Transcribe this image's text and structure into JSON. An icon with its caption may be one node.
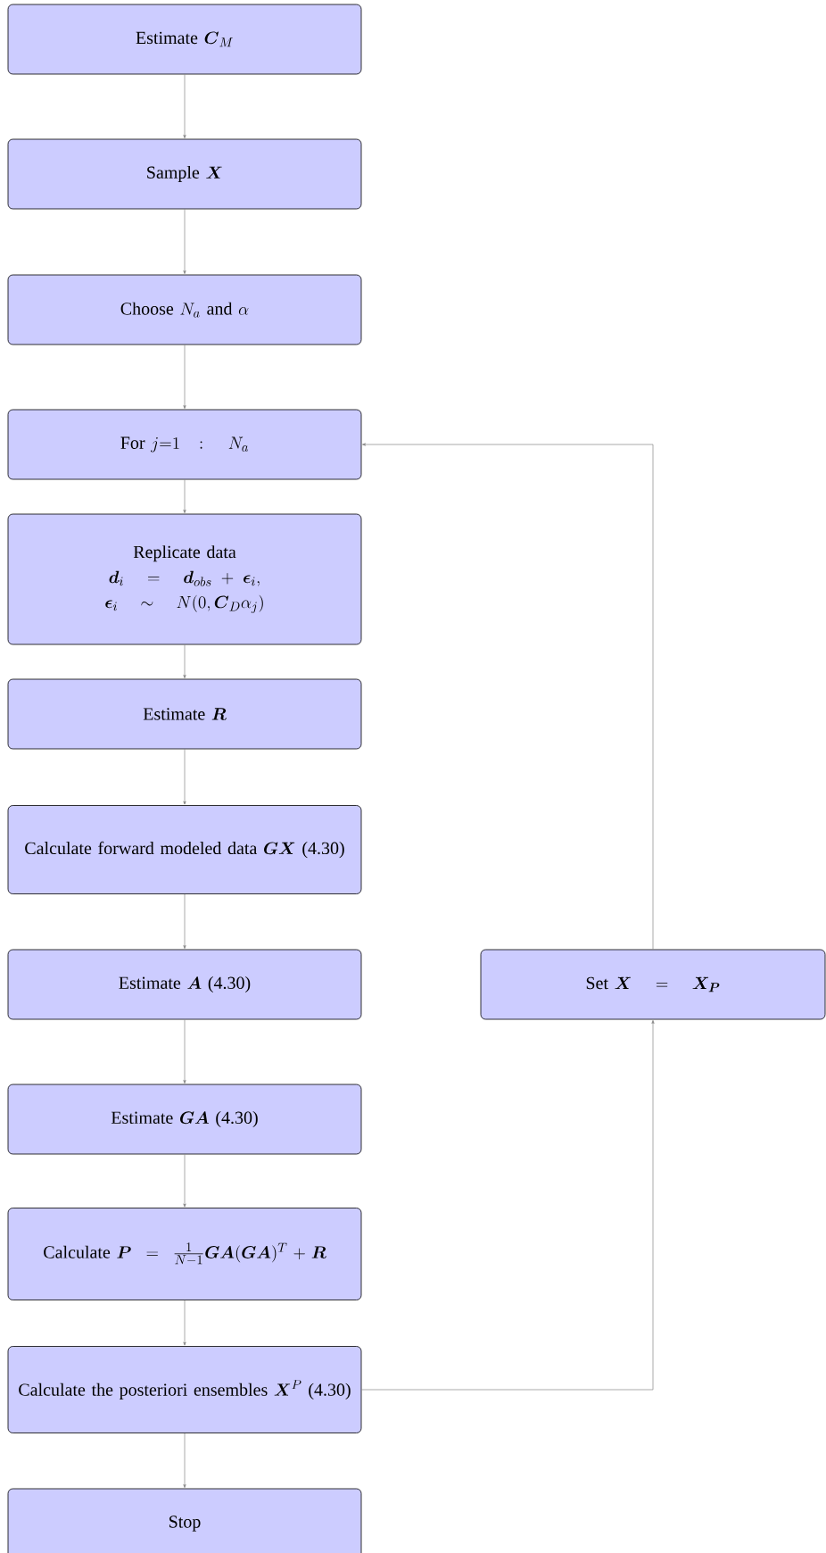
{
  "diagram": {
    "nodes": [
      {
        "text": [
          "\\text{Estimate } \\boldsymbol{C}_M"
        ]
      },
      {
        "text": [
          "\\text{Sample } \\boldsymbol{X}"
        ]
      },
      {
        "text": [
          "\\text{Choose } N_a \\text{ and } \\alpha"
        ]
      },
      {
        "text": [
          "\\text{For } j{=}1:\\ N_a"
        ]
      },
      {
        "text": [
          "\\text{Replicate data}",
          "\\boldsymbol{d}_i\\ =\\ \\boldsymbol{d}_{obs}+\\boldsymbol{\\epsilon}_i,",
          "\\boldsymbol{\\epsilon}_i\\ \\sim\\ N(0,\\boldsymbol{C}_D\\alpha_j)"
        ]
      },
      {
        "text": [
          "\\text{Estimate } \\boldsymbol{R}"
        ]
      },
      {
        "text": [
          "\\text{Calculate forward modeled data}\\allowbreak\\ \\boldsymbol{GX}\\ \\text{(4.30)}"
        ]
      },
      {
        "text": [
          "\\text{Estimate } \\boldsymbol{A}\\ \\text{(4.30)}"
        ]
      },
      {
        "text": [
          "\\text{Estimate } \\boldsymbol{GA}\\ \\text{(4.30)}"
        ]
      },
      {
        "text": [
          "\\text{Calculate } \\boldsymbol{P}\\ =\\allowbreak\\ \\frac{1}{N-1}\\boldsymbol{GA}(\\boldsymbol{GA})^T+\\boldsymbol{R}"
        ]
      },
      {
        "text": [
          "\\text{Calculate the posteriori}\\allowbreak\\ \\text{ensembles } \\boldsymbol{X}^P\\ \\text{(4.30)}"
        ]
      },
      {
        "text": [
          "\\text{Stop}"
        ]
      },
      {
        "text": [
          "\\text{Set } \\boldsymbol{X}\\ =\\ \\boldsymbol{X_P}"
        ]
      }
    ],
    "edges": [
      {
        "from": 0,
        "to": 1,
        "arrow": "to"
      },
      {
        "from": 1,
        "to": 2,
        "arrow": "to"
      },
      {
        "from": 2,
        "to": 3,
        "arrow": "to"
      },
      {
        "from": 3,
        "to": 4,
        "arrow": "to"
      },
      {
        "from": 4,
        "to": 5,
        "arrow": "to"
      },
      {
        "from": 5,
        "to": 6,
        "arrow": "to"
      },
      {
        "from": 6,
        "to": 7,
        "arrow": "to"
      },
      {
        "from": 7,
        "to": 8,
        "arrow": "to"
      },
      {
        "from": 8,
        "to": 9,
        "arrow": "to"
      },
      {
        "from": 9,
        "to": 10,
        "arrow": "to"
      },
      {
        "from": 10,
        "to": 11,
        "arrow": "to"
      },
      {
        "from": 10,
        "to": 12,
        "arrow": "to"
      },
      {
        "from": 12,
        "to": 3,
        "arrow": "to"
      }
    ]
  }
}
